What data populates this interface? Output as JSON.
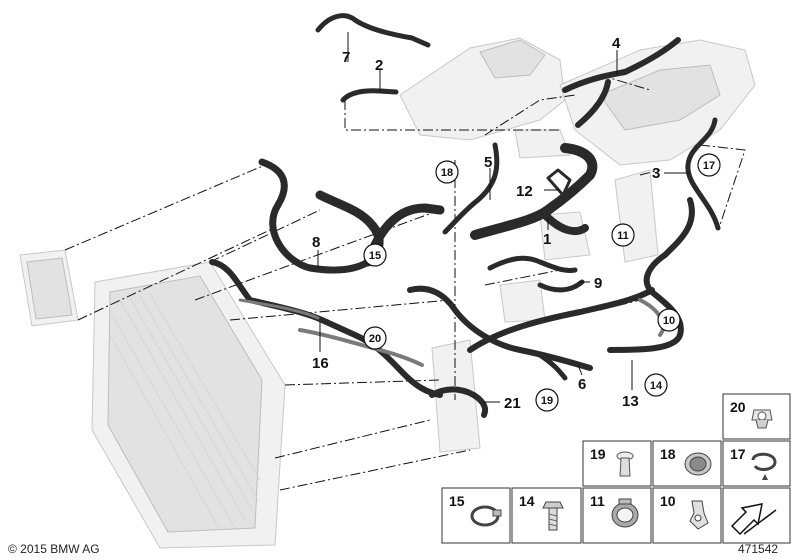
{
  "callouts": {
    "c1": "1",
    "c2": "2",
    "c3": "3",
    "c4": "4",
    "c5": "5",
    "c6": "6",
    "c7": "7",
    "c8": "8",
    "c9": "9",
    "c12": "12",
    "c13": "13",
    "c16": "16",
    "c21": "21"
  },
  "circled": {
    "k10": "10",
    "k11": "11",
    "k14": "14",
    "k15": "15",
    "k17": "17",
    "k18": "18",
    "k19": "19",
    "k20": "20"
  },
  "legend": {
    "p20": "20",
    "p19": "19",
    "p18": "18",
    "p17": "17",
    "p15": "15",
    "p14": "14",
    "p11": "11",
    "p10": "10"
  },
  "footer": {
    "copyright": "© 2015 BMW AG",
    "diagram_number": "471542"
  }
}
